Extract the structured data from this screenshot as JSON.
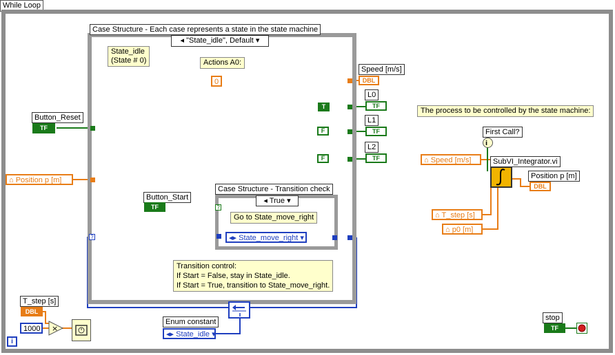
{
  "loop": {
    "title": "While Loop",
    "iteration_symbol": "i"
  },
  "outer_case": {
    "title": "Case Structure - Each case represents a state in the state machine",
    "selector": "\"State_idle\", Default",
    "state_label": "State_idle\n(State # 0)",
    "actions_label": "Actions A0:",
    "constant_zero": "0",
    "transition_comment": "Transition control:\nIf Start = False, stay in State_idle.\nIf Start = True, transition to State_move_right."
  },
  "inner_case": {
    "title": "Case Structure - Transition check",
    "selector": "True",
    "comment": "Go to State_move_right",
    "enum_value": "State_move_right"
  },
  "controls": {
    "button_reset": "Button_Reset",
    "button_start": "Button_Start",
    "position_in": "Position p [m]",
    "speed_out": "Speed [m/s]",
    "l0": "L0",
    "l1": "L1",
    "l2": "L2",
    "bool_true": "T",
    "bool_false": "F",
    "t_step": "T_step [s]",
    "thousand": "1000",
    "enum_constant_label": "Enum constant",
    "enum_constant_value": "State_idle",
    "stop": "stop"
  },
  "process": {
    "title": "The process to be controlled by the state machine:",
    "first_call": "First Call?",
    "subvi": "SubVI_Integrator.vi",
    "speed_in": "Speed [m/s]",
    "t_step_in": "T_step [s]",
    "p0_in": "p0 [m]",
    "position_out": "Position p [m]"
  },
  "terminal_types": {
    "bool": "TF",
    "double": "DBL"
  },
  "colors": {
    "bool_wire": "#1a7a1a",
    "double_wire": "#e87d17",
    "enum_wire": "#1f3fbf",
    "frame": "#8d8d8d"
  }
}
